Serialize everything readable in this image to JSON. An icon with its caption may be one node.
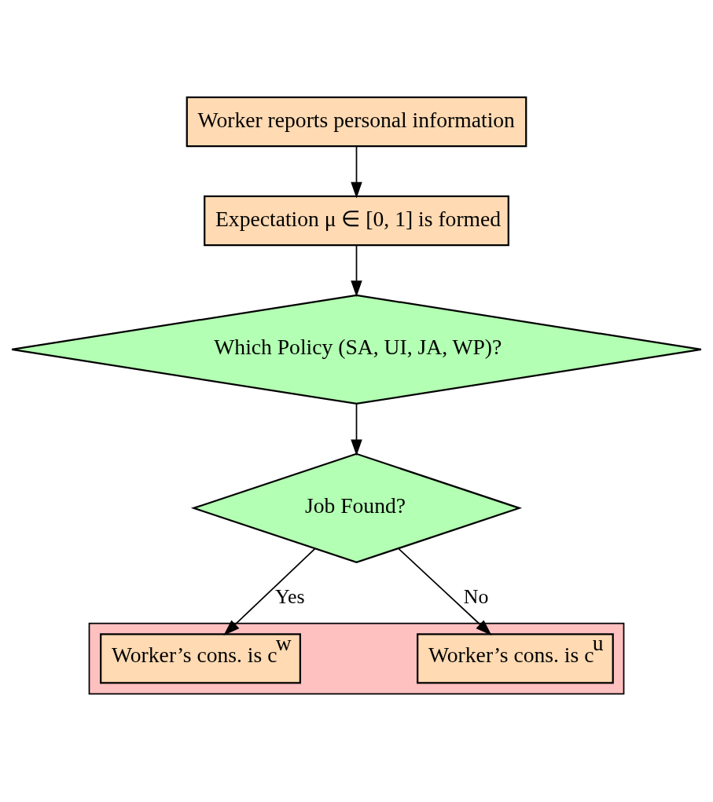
{
  "diagram": {
    "nodes": [
      {
        "text": [
          "Worker reports personal information"
        ]
      },
      {
        "text": [
          "Expectation μ ∈ [0, 1] is formed"
        ]
      },
      {
        "text": [
          "Which Policy (SA, UI, JA, WP)?"
        ]
      },
      {
        "text": [
          "Job Found?"
        ]
      },
      {
        "text": [],
        "shape": "box"
      },
      {
        "text": [
          "Worker’s cons. is c$^{w}$"
        ],
        "in": 4
      },
      {
        "text": [
          "Worker’s cons. is c$^{u}$"
        ],
        "in": 4
      }
    ],
    "edges": [
      {
        "from": 0,
        "to": 1,
        "arrow": "to"
      },
      {
        "from": 1,
        "to": 2,
        "arrow": "to"
      },
      {
        "from": 2,
        "to": 3,
        "arrow": "to"
      },
      {
        "from": 3,
        "to": 5,
        "label": "Yes",
        "arrow": "to"
      },
      {
        "from": 3,
        "to": 6,
        "label": "No",
        "arrow": "to"
      }
    ]
  }
}
